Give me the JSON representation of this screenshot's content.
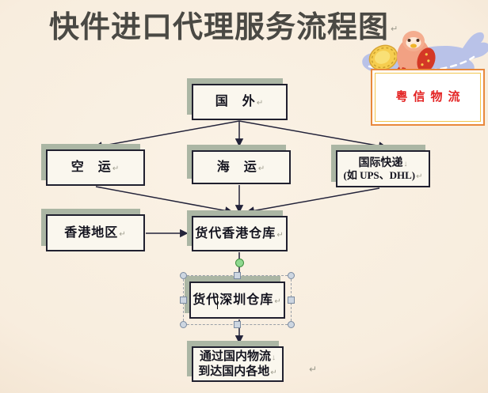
{
  "title": {
    "text": "快件进口代理服务流程图",
    "mark": "↵"
  },
  "logo": {
    "company": "粤信物流",
    "illustration": "bird-on-branch-with-coin",
    "colors": {
      "border": "#e8883c",
      "text": "#e32222",
      "branch": "#b9c2e8",
      "coin": "#f6cd4f",
      "bird": "#f2a183"
    }
  },
  "nodes": {
    "foreign": {
      "label": "国　外",
      "mark": "↵"
    },
    "air": {
      "label": "空　运",
      "mark": "↵"
    },
    "sea": {
      "label": "海　运",
      "mark": "↵"
    },
    "intl_express": {
      "line1": "国际快递",
      "mark1": "↓",
      "line2": "(如 UPS、DHL)",
      "mark2": "↵"
    },
    "hongkong": {
      "label": "香港地区",
      "mark": "↵"
    },
    "hk_warehouse": {
      "label": "货代香港仓库",
      "mark": "↵"
    },
    "sz_warehouse": {
      "label": "货代深圳仓库",
      "mark": "↵",
      "selected": true
    },
    "domestic": {
      "line1": "通过国内物流",
      "mark1": "↓",
      "line2": "到达国内各地",
      "mark2": "↵"
    }
  },
  "edges": [
    {
      "from": "foreign",
      "to": "air"
    },
    {
      "from": "foreign",
      "to": "sea"
    },
    {
      "from": "foreign",
      "to": "intl_express"
    },
    {
      "from": "air",
      "to": "hk_warehouse"
    },
    {
      "from": "sea",
      "to": "hk_warehouse"
    },
    {
      "from": "intl_express",
      "to": "hk_warehouse"
    },
    {
      "from": "hongkong",
      "to": "hk_warehouse"
    },
    {
      "from": "hk_warehouse",
      "to": "sz_warehouse"
    },
    {
      "from": "sz_warehouse",
      "to": "domestic"
    }
  ],
  "stray_mark": "↵",
  "colors": {
    "box_fill": "#faf7ee",
    "box_border": "#20202f",
    "box_shadow": "#abb6a4",
    "arrow": "#23233a",
    "rotate_handle": "#8fd88f",
    "title_text": "#4a4944"
  }
}
